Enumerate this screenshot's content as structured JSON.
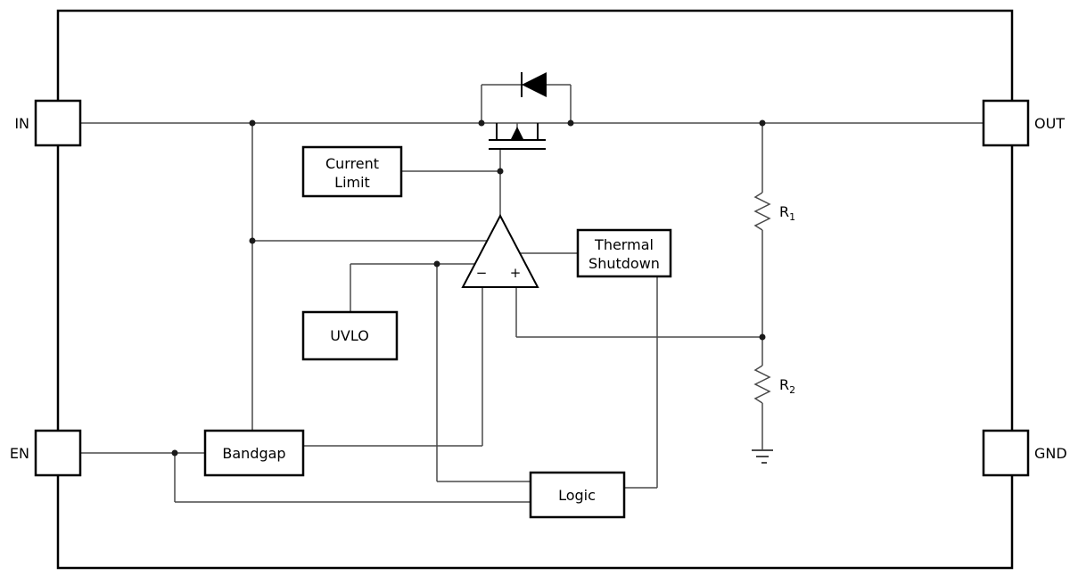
{
  "diagram": {
    "type": "LDO regulator functional block diagram",
    "colors": {
      "background": "#ffffff",
      "outline": "#000000",
      "wire": "#4a4a4a"
    },
    "pins": {
      "in": "IN",
      "out": "OUT",
      "en": "EN",
      "gnd": "GND"
    },
    "blocks": {
      "current_limit": {
        "line1": "Current",
        "line2": "Limit"
      },
      "thermal_shutdown": {
        "line1": "Thermal",
        "line2": "Shutdown"
      },
      "uvlo": {
        "label": "UVLO"
      },
      "bandgap": {
        "label": "Bandgap"
      },
      "logic": {
        "label": "Logic"
      }
    },
    "amplifier": {
      "minus": "−",
      "plus": "+"
    },
    "resistors": {
      "r1": {
        "name": "R",
        "sub": "1"
      },
      "r2": {
        "name": "R",
        "sub": "2"
      }
    }
  }
}
